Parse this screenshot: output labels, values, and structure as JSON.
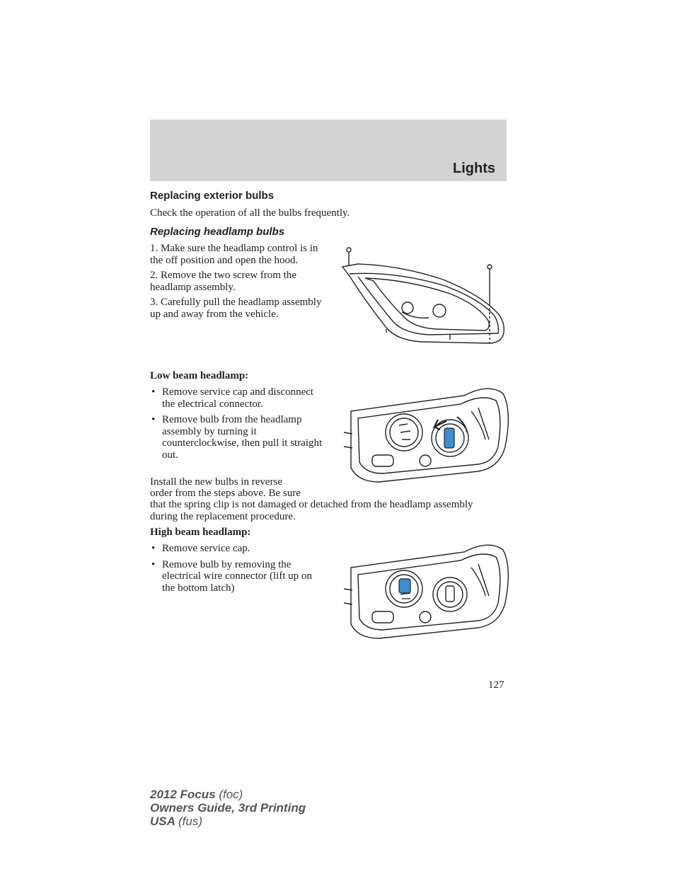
{
  "header": {
    "title": "Lights"
  },
  "section": {
    "title": "Replacing exterior bulbs",
    "intro": "Check the operation of all the bulbs frequently.",
    "subsection_title": "Replacing headlamp bulbs",
    "steps": [
      "1. Make sure the headlamp control is in the off position and open the hood.",
      "2. Remove the two screw from the headlamp assembly.",
      "3. Carefully pull the headlamp assembly up and away from the vehicle."
    ]
  },
  "low_beam": {
    "title": "Low beam headlamp:",
    "bullets": [
      "Remove service cap and disconnect the electrical connector.",
      "Remove bulb from the headlamp assembly by turning it counterclockwise, then pull it straight out."
    ],
    "note_line1": "Install the new bulbs in reverse",
    "note_line2": "order from the steps above. Be sure",
    "note_rest": "that the spring clip is not damaged or detached from the headlamp assembly during the replacement procedure."
  },
  "high_beam": {
    "title": "High beam headlamp:",
    "bullets": [
      "Remove service cap.",
      "Remove bulb by removing the electrical wire connector (lift up on the bottom latch)"
    ]
  },
  "page_number": "127",
  "footer": {
    "line1_bold": "2012 Focus",
    "line1_light": "(foc)",
    "line2": "Owners Guide, 3rd Printing",
    "line3_bold": "USA",
    "line3_light": "(fus)"
  },
  "colors": {
    "header_band": "#d3d3d3",
    "highlight_blue": "#3a8fd4"
  }
}
